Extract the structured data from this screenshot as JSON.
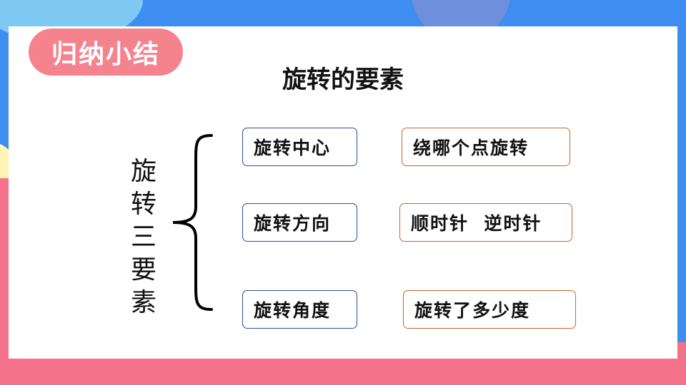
{
  "badge": "归纳小结",
  "title": "旋转的要素",
  "side_label": [
    "旋",
    "转",
    "三",
    "要",
    "素"
  ],
  "rows": [
    {
      "term": "旋转中心",
      "desc": "绕哪个点旋转"
    },
    {
      "term": "旋转方向",
      "desc": "顺时针  逆时针"
    },
    {
      "term": "旋转角度",
      "desc": "旋转了多少度"
    }
  ],
  "colors": {
    "background_blue": "#3d8ef0",
    "background_pink": "#f4718a",
    "badge": "#f4838e",
    "term_border": "#2e4f94",
    "desc_border": "#c9652b"
  }
}
